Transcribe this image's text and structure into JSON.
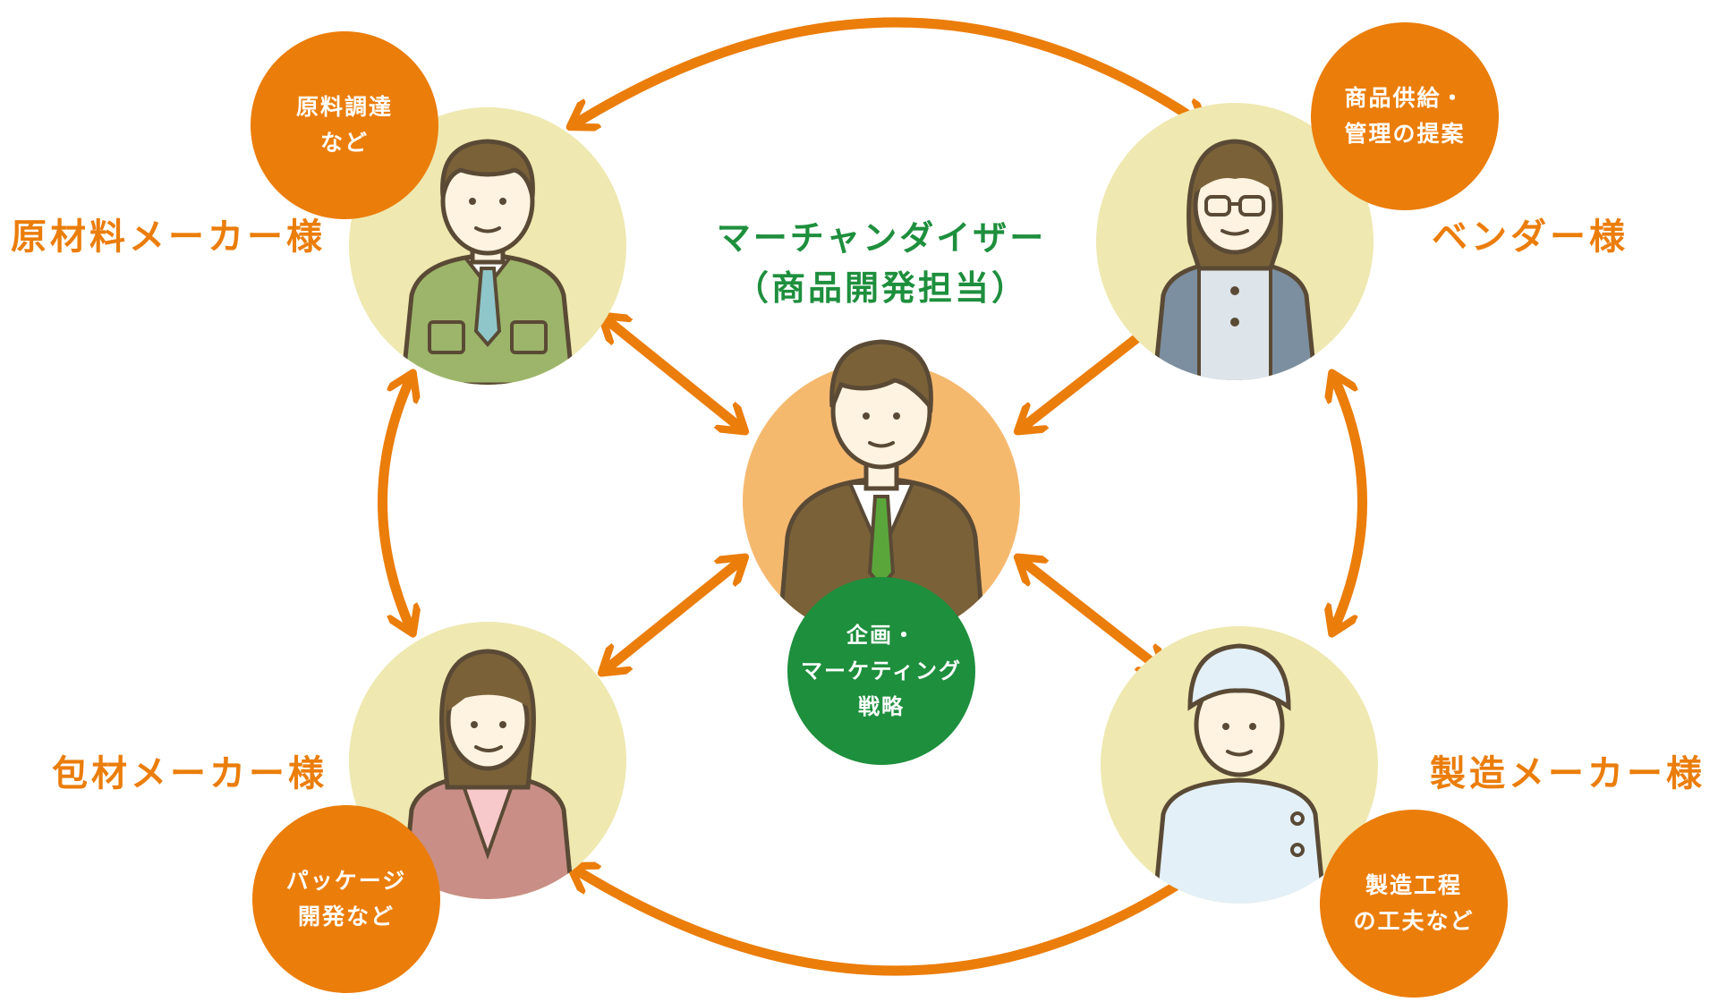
{
  "colors": {
    "orange": "#eb7d0a",
    "green": "#1e8f3d",
    "pale_circle": "#efe8b0",
    "center_circle": "#f5b96e"
  },
  "center": {
    "title_line1": "マーチャンダイザー",
    "title_line2": "（商品開発担当）",
    "bubble_lines": [
      "企画・",
      "マーケティング",
      "戦略"
    ]
  },
  "nodes": {
    "raw_material": {
      "label": "原材料メーカー様",
      "bubble_lines": [
        "原料調達",
        "など"
      ]
    },
    "vendor": {
      "label": "ベンダー様",
      "bubble_lines": [
        "商品供給・",
        "管理の提案"
      ]
    },
    "packaging": {
      "label": "包材メーカー様",
      "bubble_lines": [
        "パッケージ",
        "開発など"
      ]
    },
    "manufacturer": {
      "label": "製造メーカー様",
      "bubble_lines": [
        "製造工程",
        "の工夫など"
      ]
    }
  }
}
